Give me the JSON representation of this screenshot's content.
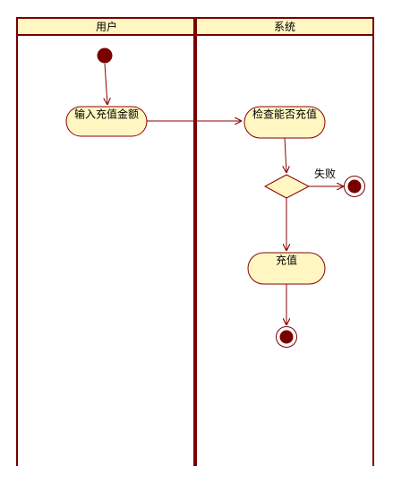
{
  "lanes": {
    "user": "用户",
    "system": "系统"
  },
  "nodes": {
    "enter_amount": "输入充值金额",
    "check_recharge": "检查能否充值",
    "recharge": "充值"
  },
  "guards": {
    "fail": "失败"
  },
  "colors": {
    "lane_border": "#7a0000",
    "header_fill": "#fff6c2",
    "activity_fill": "#fff6c2",
    "activity_stroke": "#8b0000",
    "arrow": "#8b0000",
    "node_dark": "#7a0000"
  }
}
